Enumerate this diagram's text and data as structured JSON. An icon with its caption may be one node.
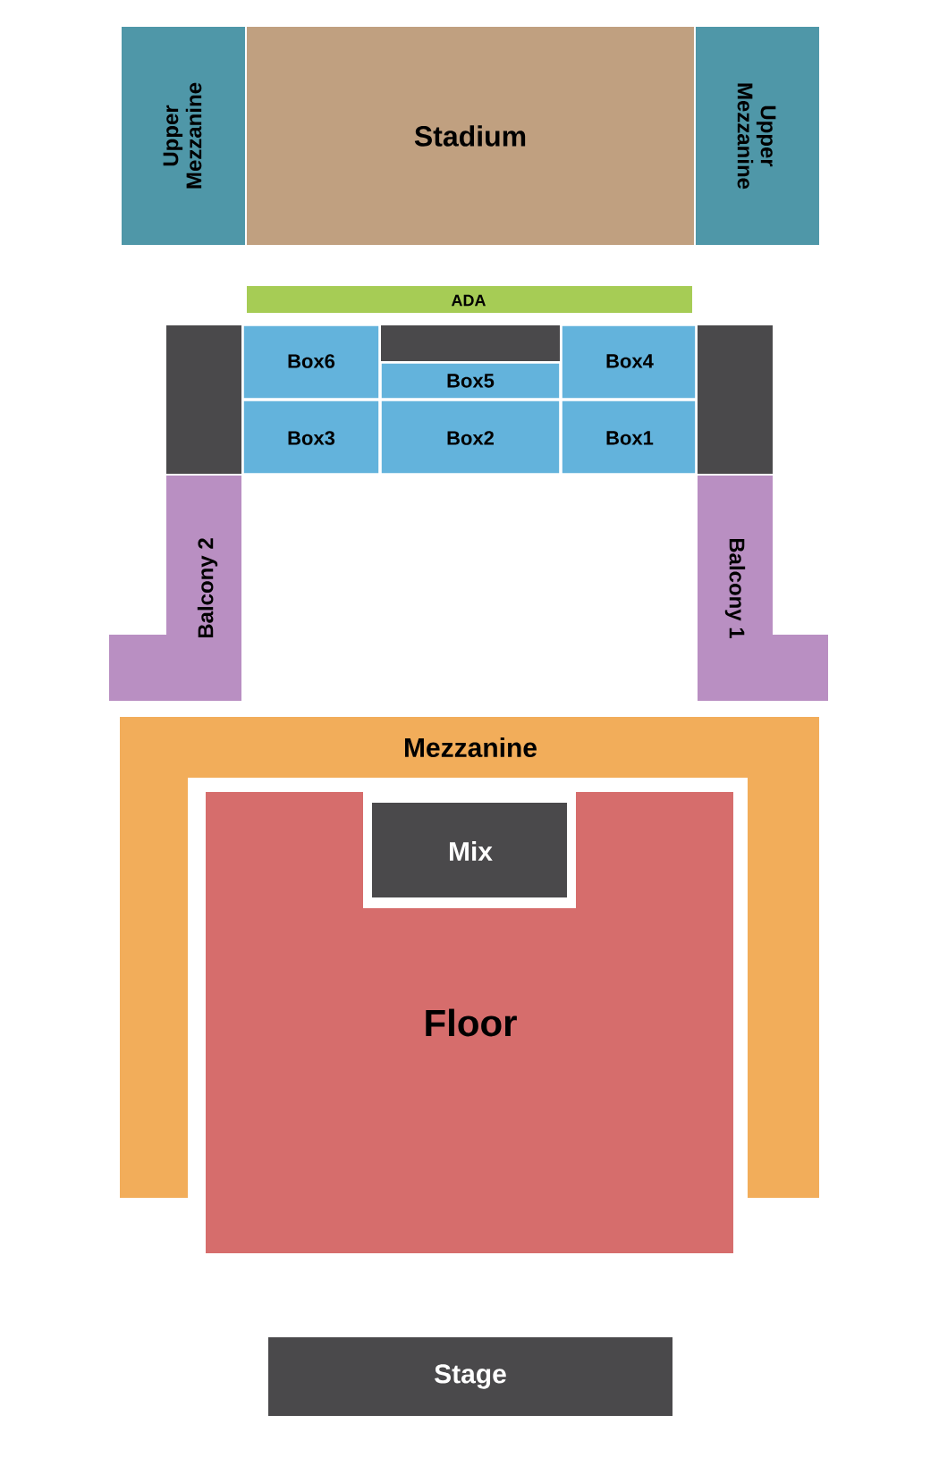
{
  "diagram": {
    "nodes": [
      {
        "text": [
          "Upper Mezzanine"
        ]
      },
      {
        "text": [
          "Stadium"
        ]
      },
      {
        "text": [
          "Upper Mezzanine"
        ]
      },
      {
        "text": [
          "ADA"
        ]
      },
      {
        "text": [],
        "shape": "box"
      },
      {
        "text": [
          "Box6"
        ]
      },
      {
        "text": [],
        "shape": "box"
      },
      {
        "text": [
          "Box4"
        ]
      },
      {
        "text": [],
        "shape": "box"
      },
      {
        "text": [
          "Box5"
        ]
      },
      {
        "text": [
          "Box3"
        ]
      },
      {
        "text": [
          "Box2"
        ]
      },
      {
        "text": [
          "Box1"
        ]
      },
      {
        "text": [
          "Balcony 2"
        ]
      },
      {
        "text": [
          "Balcony 1"
        ]
      },
      {
        "text": [
          "Mezzanine"
        ]
      },
      {
        "text": [
          "Floor"
        ]
      },
      {
        "text": [
          "Mix"
        ]
      },
      {
        "text": [
          "Stage"
        ]
      }
    ]
  }
}
